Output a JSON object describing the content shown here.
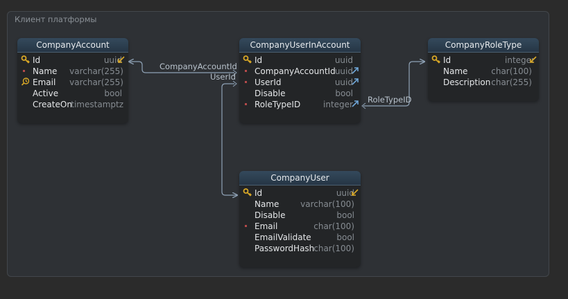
{
  "group": {
    "title": "Клиент платформы"
  },
  "tables": {
    "company_account": {
      "name": "CompanyAccount",
      "fields": [
        {
          "name": "Id",
          "type": "uuid"
        },
        {
          "name": "Name",
          "type": "varchar(255)"
        },
        {
          "name": "Email",
          "type": "varchar(255)"
        },
        {
          "name": "Active",
          "type": "bool"
        },
        {
          "name": "CreateOn",
          "type": "timestamptz"
        }
      ]
    },
    "company_user_in_account": {
      "name": "CompanyUserInAccount",
      "fields": [
        {
          "name": "Id",
          "type": "uuid"
        },
        {
          "name": "CompanyAccountId",
          "type": "uuid"
        },
        {
          "name": "UserId",
          "type": "uuid"
        },
        {
          "name": "Disable",
          "type": "bool"
        },
        {
          "name": "RoleTypeID",
          "type": "integer"
        }
      ]
    },
    "company_role_type": {
      "name": "CompanyRoleType",
      "fields": [
        {
          "name": "Id",
          "type": "integer"
        },
        {
          "name": "Name",
          "type": "char(100)"
        },
        {
          "name": "Description",
          "type": "char(255)"
        }
      ]
    },
    "company_user": {
      "name": "CompanyUser",
      "fields": [
        {
          "name": "Id",
          "type": "uuid"
        },
        {
          "name": "Name",
          "type": "varchar(100)"
        },
        {
          "name": "Disable",
          "type": "bool"
        },
        {
          "name": "Email",
          "type": "char(100)"
        },
        {
          "name": "EmailValidate",
          "type": "bool"
        },
        {
          "name": "PasswordHash",
          "type": "char(100)"
        }
      ]
    }
  },
  "relations": {
    "company_account_id": "CompanyAccountId",
    "user_id": "UserId",
    "role_type_id": "RoleTypeID"
  },
  "icons": {
    "primary_key": "key-icon",
    "unique_index": "unique-index-icon",
    "not_null": "not-null-marker",
    "foreign_key": "foreign-key-icon"
  },
  "colors": {
    "background": "#2b2b2b",
    "group_background": "#2e3135",
    "table_header": "#2f4254",
    "table_body": "#232527",
    "connector": "#8fa2b6",
    "key": "#d9a826",
    "fk_arrow": "#6fa6d8"
  }
}
